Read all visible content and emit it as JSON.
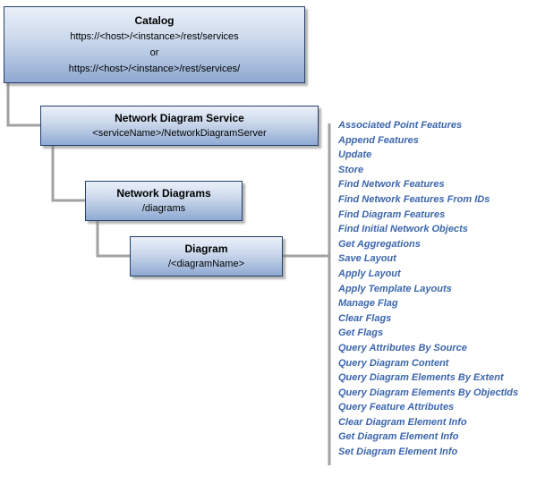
{
  "nodes": {
    "catalog": {
      "title": "Catalog",
      "url1": "https://<host>/<instance>/rest/services",
      "or_label": "or",
      "url2": "https://<host>/<instance>/rest/services/"
    },
    "service": {
      "title": "Network Diagram Service",
      "subtitle": "<serviceName>/NetworkDiagramServer"
    },
    "diagrams": {
      "title": "Network Diagrams",
      "subtitle": "/diagrams"
    },
    "diagram": {
      "title": "Diagram",
      "subtitle": "/<diagramName>"
    }
  },
  "operations": {
    "items": [
      "Associated Point Features",
      "Append Features",
      "Update",
      "Store",
      "Find Network Features",
      "Find Network Features From IDs",
      "Find Diagram Features",
      "Find Initial Network Objects",
      "Get Aggregations",
      "Save Layout",
      "Apply Layout",
      "Apply Template Layouts",
      "Manage Flag",
      "Clear Flags",
      "Get Flags",
      "Query Attributes By Source",
      "Query Diagram Content",
      "Query Diagram Elements By Extent",
      "Query Diagram Elements By ObjectIds",
      "Query Feature Attributes",
      "Clear Diagram Element Info",
      "Get Diagram Element Info",
      "Set Diagram Element Info"
    ]
  },
  "colors": {
    "connector": "#a2a2a2",
    "box_border": "#24406b",
    "box_gradient_top": "#eaf0f9",
    "box_gradient_bottom": "#8fa9d2",
    "operation_text": "#3b66ad"
  }
}
